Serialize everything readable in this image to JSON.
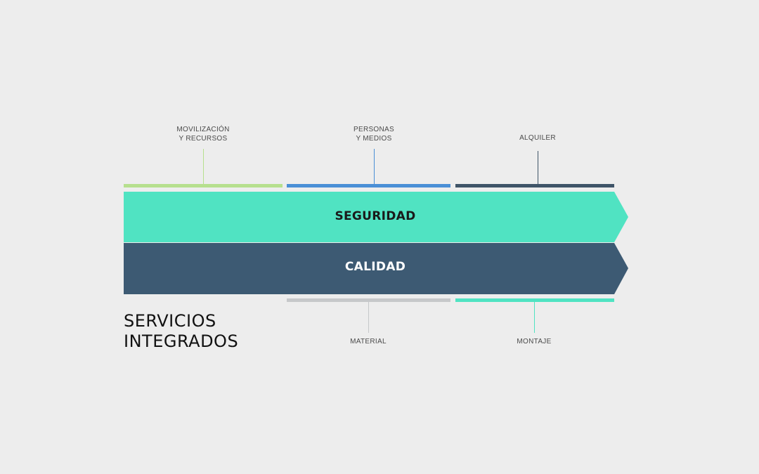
{
  "top_items": [
    {
      "line1": "MOVILIZACIÓN",
      "line2": "Y RECURSOS",
      "color": "#b6e08e"
    },
    {
      "line1": "PERSONAS",
      "line2": "Y MEDIOS",
      "color": "#4a8fd6"
    },
    {
      "line1": "",
      "line2": "ALQUILER",
      "color": "#3f5468"
    }
  ],
  "bands": [
    {
      "label": "SEGURIDAD",
      "color": "#50e3c2",
      "text_color": "#1a1a1a"
    },
    {
      "label": "CALIDAD",
      "color": "#3d5a73",
      "text_color": "#ffffff"
    }
  ],
  "bottom_items": [
    {
      "label": "MATERIAL",
      "color": "#c6c8ca"
    },
    {
      "label": "MONTAJE",
      "color": "#50e3c2"
    }
  ],
  "title": {
    "line1": "SERVICIOS",
    "line2": "INTEGRADOS"
  }
}
